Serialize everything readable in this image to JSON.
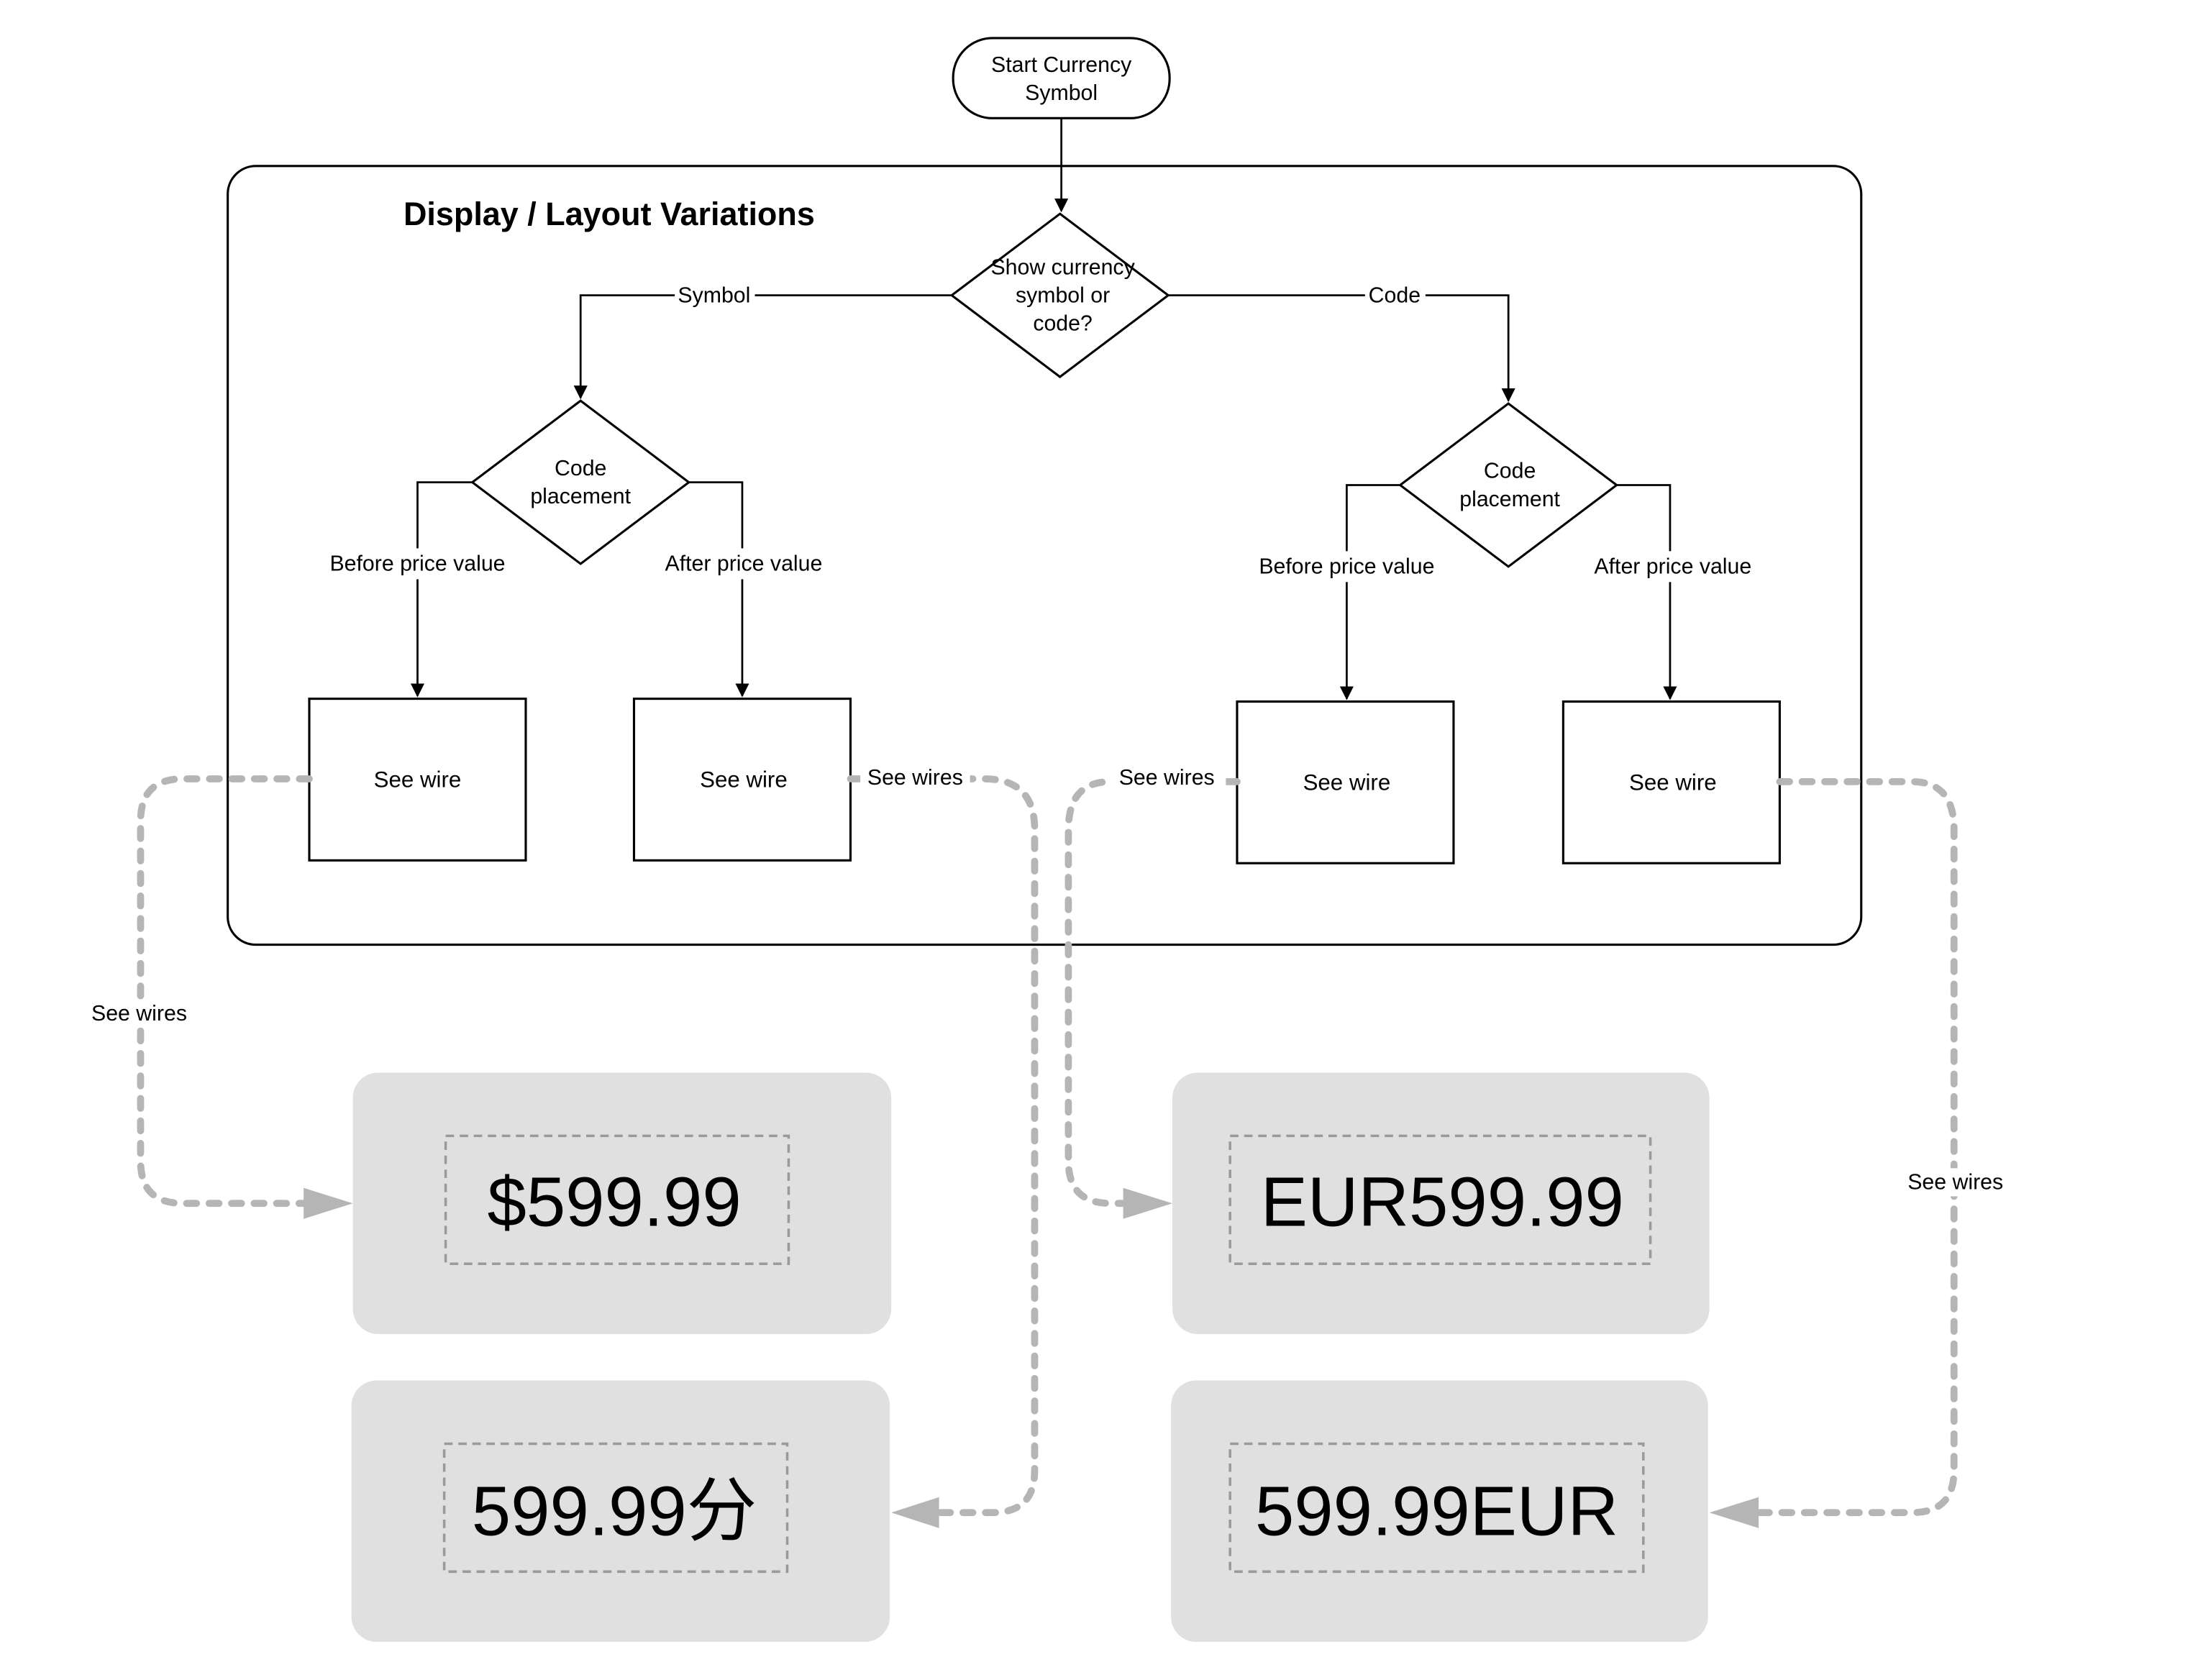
{
  "diagram": {
    "start": {
      "line1": "Start Currency",
      "line2": "Symbol"
    },
    "group_title": "Display / Layout Variations",
    "main_decision": {
      "line1": "Show currency",
      "line2": "symbol or",
      "line3": "code?"
    },
    "branches": {
      "left": "Symbol",
      "right": "Code"
    },
    "left_decision": {
      "line1": "Code",
      "line2": "placement"
    },
    "right_decision": {
      "line1": "Code",
      "line2": "placement"
    },
    "placement_labels": {
      "left_before": "Before price value",
      "left_after": "After price value",
      "right_before": "Before price value",
      "right_after": "After price value"
    },
    "boxes": {
      "left_before": "See wire",
      "left_after": "See wire",
      "right_before": "See wire",
      "right_after": "See wire"
    },
    "wire_labels": {
      "left_before": "See wires",
      "left_after": "See wires",
      "right_before": "See wires",
      "right_after": "See wires"
    },
    "results": {
      "symbol_before": "$599.99",
      "symbol_after": "599.99分",
      "code_before": "EUR599.99",
      "code_after": "599.99EUR"
    },
    "colors": {
      "wire": "#b5b5b5",
      "card_fill": "#e0e0e0",
      "card_dash": "#9a9a9a",
      "stroke": "#000000"
    }
  }
}
